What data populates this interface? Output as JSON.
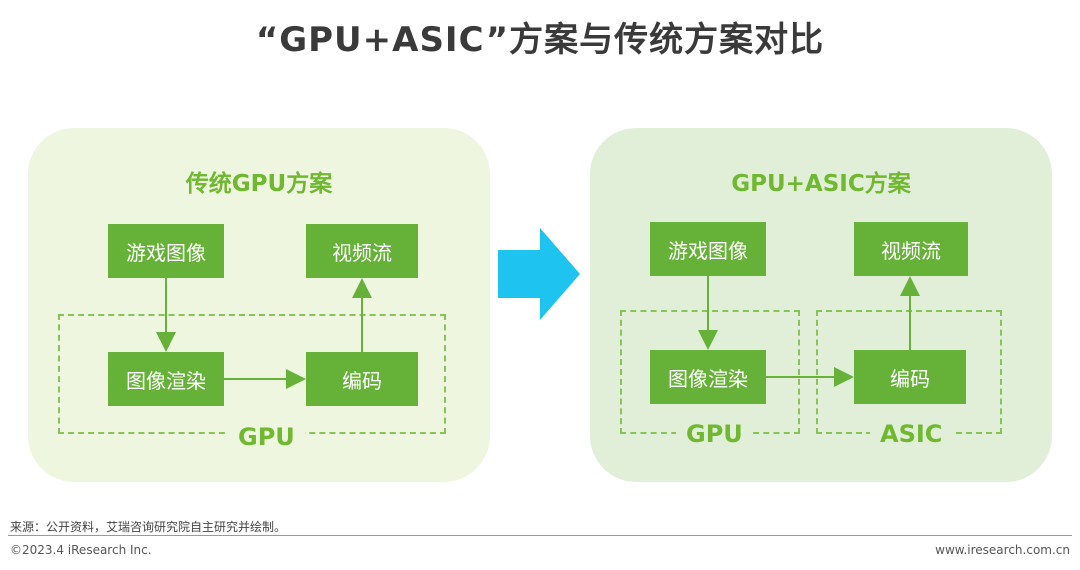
{
  "title": "“GPU+ASIC”方案与传统方案对比",
  "left_panel": {
    "title": "传统GPU方案",
    "boxes": {
      "game": "游戏图像",
      "stream": "视频流",
      "render": "图像渲染",
      "encode": "编码"
    },
    "group_label": "GPU"
  },
  "right_panel": {
    "title": "GPU+ASIC方案",
    "boxes": {
      "game": "游戏图像",
      "stream": "视频流",
      "render": "图像渲染",
      "encode": "编码"
    },
    "group_labels": {
      "gpu": "GPU",
      "asic": "ASIC"
    }
  },
  "colors": {
    "box": "#66b238",
    "accent_text": "#6fb830",
    "big_arrow": "#1ec3f0",
    "panel_left": "#eef6df",
    "panel_right": "#e1efd9"
  },
  "footer": {
    "source": "来源：公开资料，艾瑞咨询研究院自主研究并绘制。",
    "copyright": "©2023.4 iResearch Inc.",
    "website": "www.iresearch.com.cn"
  }
}
